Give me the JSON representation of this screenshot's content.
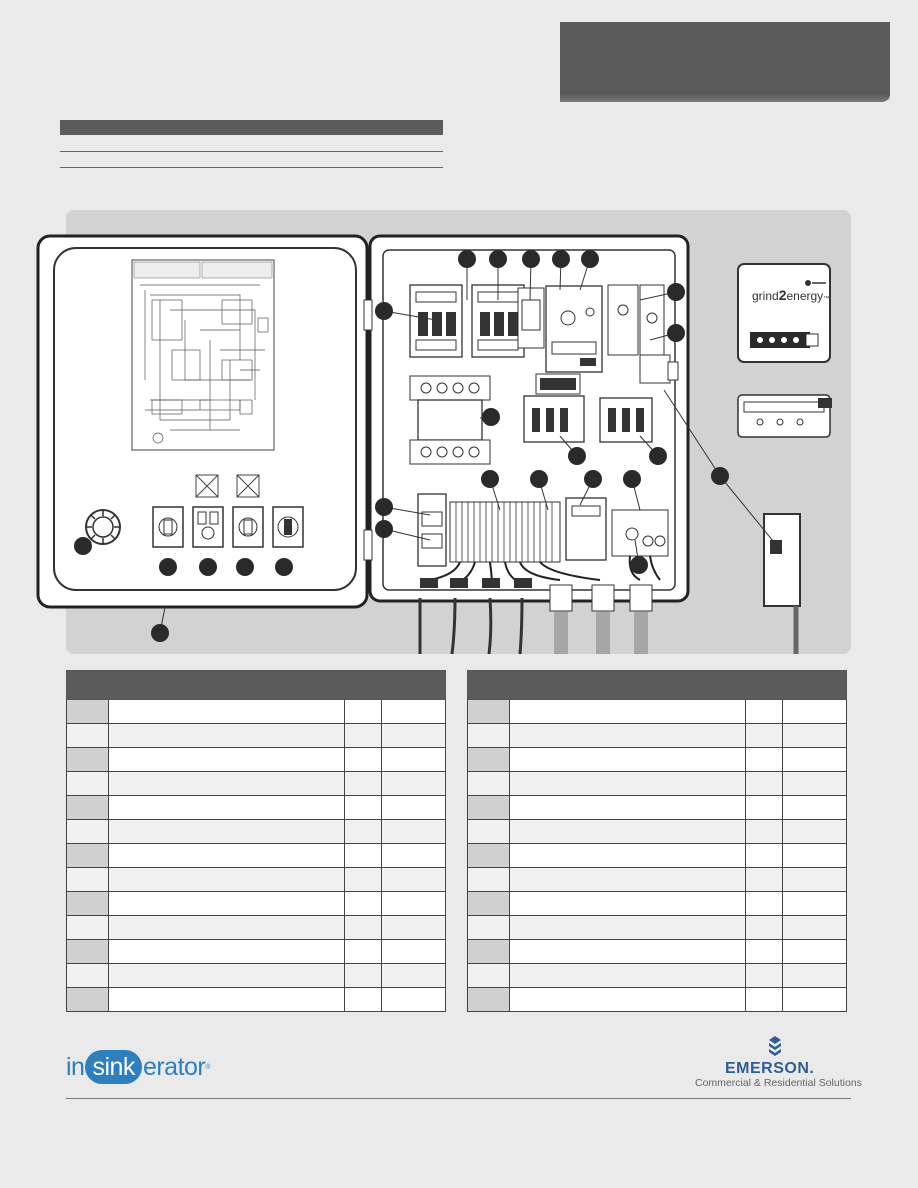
{
  "brand": {
    "insinkerator": {
      "pre": "in",
      "mid": "sink",
      "post": "erator",
      "mark": "®"
    },
    "emerson": {
      "name": "EMERSON.",
      "subtitle": "Commercial & Residential Solutions"
    },
    "grind2energy": {
      "pre": "grind",
      "mid": "2",
      "post": "energy",
      "mark": "™"
    }
  },
  "colors": {
    "header": "#5b5b5b",
    "panel": "#d2d2d2",
    "callout": "#2a2a2a",
    "brand_blue": "#2e7fbe",
    "emerson_blue": "#2f5c96"
  },
  "left_table_rows": 13,
  "right_table_rows": 13
}
